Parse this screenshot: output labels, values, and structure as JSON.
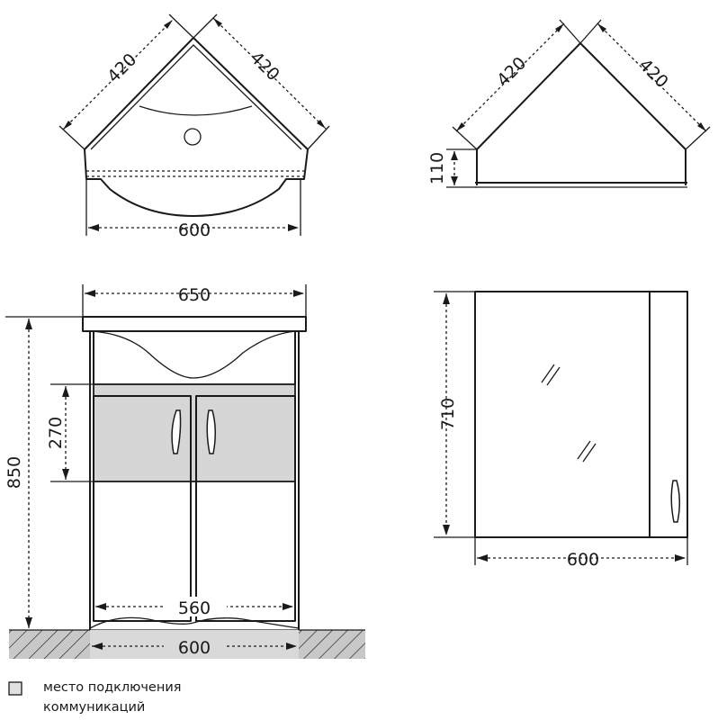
{
  "dimensions": {
    "sink_top_side_left": "420",
    "sink_top_side_right": "420",
    "sink_top_width": "600",
    "mirror_top_side_left": "420",
    "mirror_top_side_right": "420",
    "mirror_top_depth": "110",
    "cabinet_top_width": "650",
    "cabinet_height": "850",
    "connection_zone_height": "270",
    "cabinet_inner_width": "560",
    "cabinet_base_width": "600",
    "mirror_height": "710",
    "mirror_width": "600"
  },
  "legend": {
    "line1": "место подключения",
    "line2": "коммуникаций"
  },
  "colors": {
    "stroke": "#1a1a1a",
    "connection_zone": "#d6d6d6",
    "floor": "#c8c8c8"
  }
}
